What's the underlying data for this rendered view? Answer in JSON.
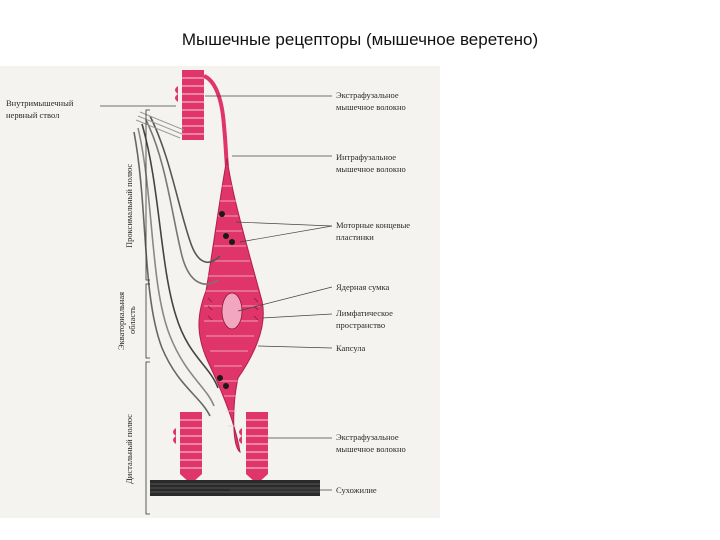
{
  "slide": {
    "title": "Мышечные рецепторы  (мышечное веретено)"
  },
  "diagram": {
    "left_labels": {
      "nerve_trunk_line1": "Внутримышечный",
      "nerve_trunk_line2": "нервный ствол"
    },
    "vertical_labels": {
      "proximal_pole": "Проксимальный полюс",
      "equatorial_line1": "Экваториальная",
      "equatorial_line2": "область",
      "distal_pole": "Дистальный полюс"
    },
    "right_labels": {
      "extrafusal_top_line1": "Экстрафузальное",
      "extrafusal_top_line2": "мышечное волокно",
      "intrafusal_line1": "Интрафузальное",
      "intrafusal_line2": "мышечное волокно",
      "motor_plates_line1": "Моторные концевые",
      "motor_plates_line2": "пластинки",
      "nuclear_bag": "Ядерная сумка",
      "lymph_space_line1": "Лимфатическое",
      "lymph_space_line2": "пространство",
      "capsule": "Капсула",
      "extrafusal_bottom_line1": "Экстрафузальное",
      "extrafusal_bottom_line2": "мышечное волокно",
      "tendon": "Сухожилие"
    },
    "colors": {
      "fiber_pink": "#e0356a",
      "fiber_light": "#f07fa0",
      "capsule_pink": "#c92a5c",
      "ink": "#1a1a1a",
      "background": "#f5f3f0"
    }
  }
}
